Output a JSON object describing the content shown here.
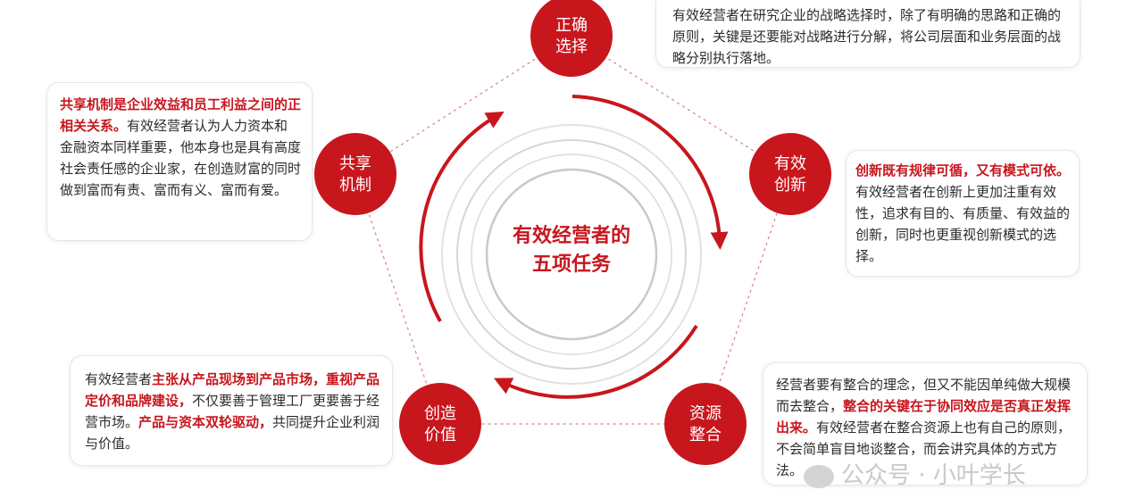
{
  "title": "有效经营者的五项任务",
  "title_lines": [
    "有效经营者的",
    "五项任务"
  ],
  "colors": {
    "accent": "#c8161d",
    "text": "#2b2b2b",
    "dashed": "#d98080"
  },
  "nodes": [
    {
      "id": "correct-choice",
      "lines": [
        "正确",
        "选择"
      ]
    },
    {
      "id": "effective-innovation",
      "lines": [
        "有效",
        "创新"
      ]
    },
    {
      "id": "resource-integration",
      "lines": [
        "资源",
        "整合"
      ]
    },
    {
      "id": "value-creation",
      "lines": [
        "创造",
        "价值"
      ]
    },
    {
      "id": "shared-mechanism",
      "lines": [
        "共享",
        "机制"
      ]
    }
  ],
  "boxes": {
    "correct_choice": {
      "segments": [
        {
          "hl": false,
          "text": "有效经营者在研究企业的战略选择时，除了有明确的思路和正确的原则，关键是还要能对战略进行分解，将公司层面和业务层面的战略分别执行落地。"
        }
      ]
    },
    "innovation": {
      "segments": [
        {
          "hl": true,
          "text": "创新既有规律可循，又有模式可依。"
        },
        {
          "hl": false,
          "text": "有效经营者在创新上更加注重有效性，追求有目的、有质量、有效益的创新，同时也更重视创新模式的选择。"
        }
      ]
    },
    "integration": {
      "segments": [
        {
          "hl": false,
          "text": "经营者要有整合的理念，但又不能因单纯做大规模而去整合，"
        },
        {
          "hl": true,
          "text": "整合的关键在于协同效应是否真正发挥出来。"
        },
        {
          "hl": false,
          "text": "有效经营者在整合资源上也有自己的原则，不会简单盲目地谈整合，而会讲究具体的方式方法。"
        }
      ]
    },
    "value": {
      "segments": [
        {
          "hl": false,
          "text": "有效经营者"
        },
        {
          "hl": true,
          "text": "主张从产品现场到产品市场，重视产品定价和品牌建设，"
        },
        {
          "hl": false,
          "text": "不仅要善于管理工厂更要善于经营市场。"
        },
        {
          "hl": true,
          "text": "产品与资本双轮驱动，"
        },
        {
          "hl": false,
          "text": "共同提升企业利润与价值。"
        }
      ]
    },
    "shared": {
      "segments": [
        {
          "hl": true,
          "text": "共享机制是企业效益和员工利益之间的正相关关系。"
        },
        {
          "hl": false,
          "text": "有效经营者认为人力资本和金融资本同样重要，他本身也是具有高度社会责任感的企业家，在创造财富的同时做到富而有责、富而有义、富而有爱。"
        }
      ]
    }
  },
  "watermark": "公众号 · 小叶学长"
}
